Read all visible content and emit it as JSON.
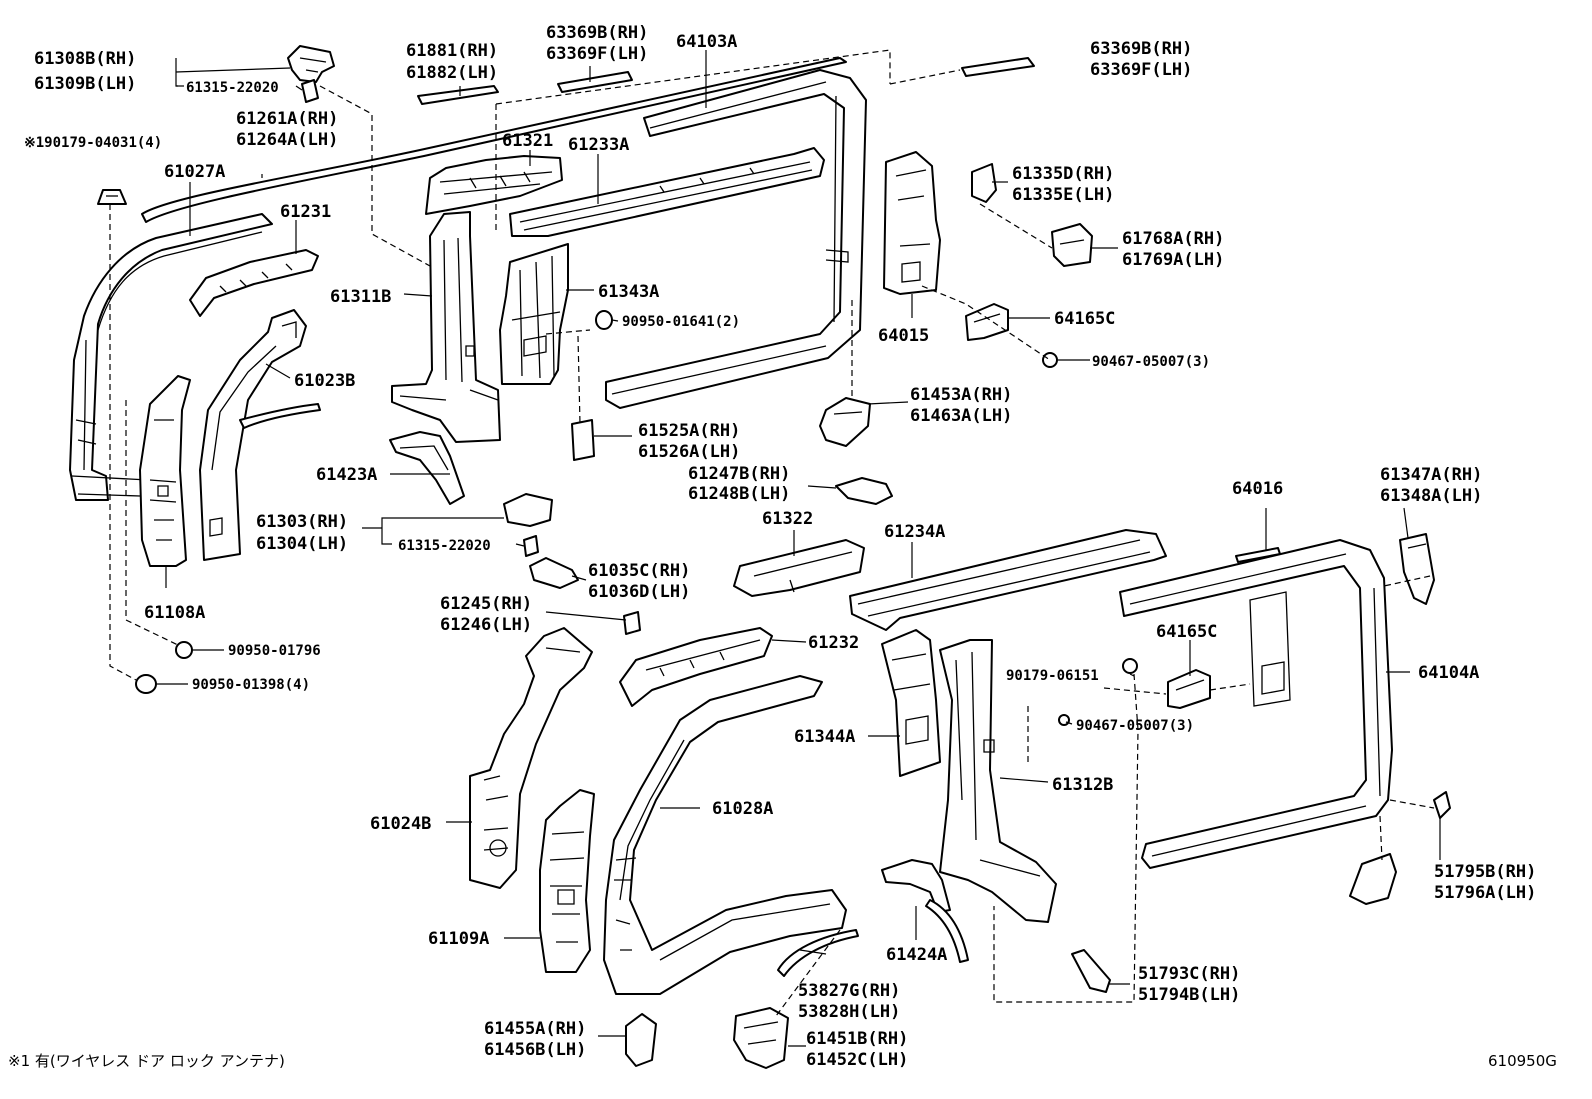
{
  "labels": {
    "p61308B_RH": "61308B(RH)",
    "p61309B_LH": "61309B(LH)",
    "p61315_1": "61315-22020",
    "p190179": "※190179-04031(4)",
    "p61261A_RH": "61261A(RH)",
    "p61264A_LH": "61264A(LH)",
    "p61027A": "61027A",
    "p61231": "61231",
    "p61881_RH": "61881(RH)",
    "p61882_LH": "61882(LH)",
    "p63369B_RH_1": "63369B(RH)",
    "p63369F_LH_1": "63369F(LH)",
    "p64103A": "64103A",
    "p63369B_RH_2": "63369B(RH)",
    "p63369F_LH_2": "63369F(LH)",
    "p61321": "61321",
    "p61233A": "61233A",
    "p61335D_RH": "61335D(RH)",
    "p61335E_LH": "61335E(LH)",
    "p61768A_RH": "61768A(RH)",
    "p61769A_LH": "61769A(LH)",
    "p61311B": "61311B",
    "p61343A": "61343A",
    "p90950_01641": "90950-01641(2)",
    "p64015": "64015",
    "p64165C_1": "64165C",
    "p90467_1": "90467-05007(3)",
    "p61023B": "61023B",
    "p61453A_RH": "61453A(RH)",
    "p61463A_LH": "61463A(LH)",
    "p61525A_RH": "61525A(RH)",
    "p61526A_LH": "61526A(LH)",
    "p61423A": "61423A",
    "p61247B_RH": "61247B(RH)",
    "p61248B_LH": "61248B(LH)",
    "p64016": "64016",
    "p61347A_RH": "61347A(RH)",
    "p61348A_LH": "61348A(LH)",
    "p61303_RH": "61303(RH)",
    "p61304_LH": "61304(LH)",
    "p61315_2": "61315-22020",
    "p61322": "61322",
    "p61234A": "61234A",
    "p61108A": "61108A",
    "p61035C_RH": "61035C(RH)",
    "p61036D_LH": "61036D(LH)",
    "p61245_RH": "61245(RH)",
    "p61246_LH": "61246(LH)",
    "p61232": "61232",
    "p64165C_2": "64165C",
    "p90950_01796": "90950-01796",
    "p90179_06151": "90179-06151",
    "p64104A": "64104A",
    "p90950_01398": "90950-01398(4)",
    "p90467_2": "90467-05007(3)",
    "p61344A": "61344A",
    "p61028A": "61028A",
    "p61312B": "61312B",
    "p61024B": "61024B",
    "p51795B_RH": "51795B(RH)",
    "p51796A_LH": "51796A(LH)",
    "p61109A": "61109A",
    "p53827G_RH": "53827G(RH)",
    "p53828H_LH": "53828H(LH)",
    "p61424A": "61424A",
    "p51793C_RH": "51793C(RH)",
    "p51794B_LH": "51794B(LH)",
    "p61455A_RH": "61455A(RH)",
    "p61456B_LH": "61456B(LH)",
    "p61451B_RH": "61451B(RH)",
    "p61452C_LH": "61452C(LH)"
  },
  "footnote": "※1 有(ワイヤレス ドア ロック アンテナ)",
  "diagram_code": "610950G"
}
